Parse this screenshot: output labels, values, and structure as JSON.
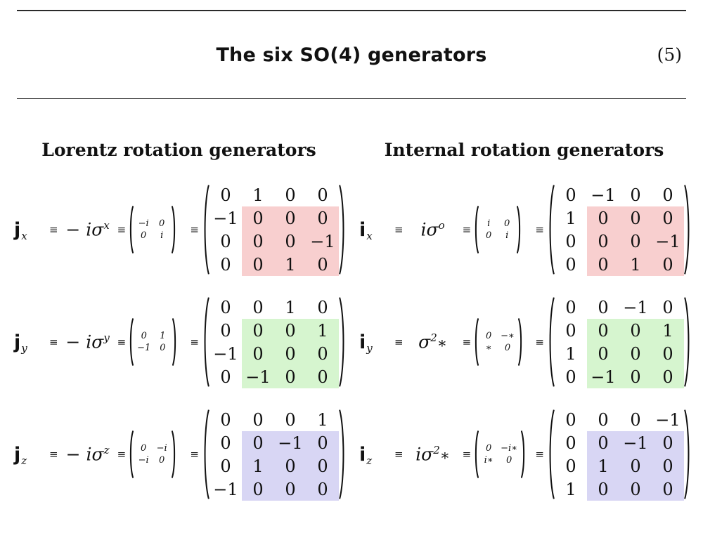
{
  "header": {
    "title": "The six SO(4) generators",
    "equation_number": "(5)"
  },
  "symbols": {
    "equiv": "≡"
  },
  "highlight_region": {
    "row_start": 1,
    "col_start": 1
  },
  "columns": [
    {
      "heading": "Lorentz rotation generators",
      "generators": [
        {
          "symbol": "j",
          "subscript": "x",
          "expr_base": "− iσ",
          "expr_sup": "x",
          "expr_post": "",
          "small_matrix": [
            [
              "−i",
              "0"
            ],
            [
              "0",
              "i"
            ]
          ],
          "matrix": [
            [
              "0",
              "1",
              "0",
              "0"
            ],
            [
              "−1",
              "0",
              "0",
              "0"
            ],
            [
              "0",
              "0",
              "0",
              "−1"
            ],
            [
              "0",
              "0",
              "1",
              "0"
            ]
          ],
          "highlight_color": "#f8cfcf"
        },
        {
          "symbol": "j",
          "subscript": "y",
          "expr_base": "− iσ",
          "expr_sup": "y",
          "expr_post": "",
          "small_matrix": [
            [
              "0",
              "1"
            ],
            [
              "−1",
              "0"
            ]
          ],
          "matrix": [
            [
              "0",
              "0",
              "1",
              "0"
            ],
            [
              "0",
              "0",
              "0",
              "1"
            ],
            [
              "−1",
              "0",
              "0",
              "0"
            ],
            [
              "0",
              "−1",
              "0",
              "0"
            ]
          ],
          "highlight_color": "#d6f5cf"
        },
        {
          "symbol": "j",
          "subscript": "z",
          "expr_base": "− iσ",
          "expr_sup": "z",
          "expr_post": "",
          "small_matrix": [
            [
              "0",
              "−i"
            ],
            [
              "−i",
              "0"
            ]
          ],
          "matrix": [
            [
              "0",
              "0",
              "0",
              "1"
            ],
            [
              "0",
              "0",
              "−1",
              "0"
            ],
            [
              "0",
              "1",
              "0",
              "0"
            ],
            [
              "−1",
              "0",
              "0",
              "0"
            ]
          ],
          "highlight_color": "#d8d6f4"
        }
      ]
    },
    {
      "heading": "Internal rotation generators",
      "generators": [
        {
          "symbol": "i",
          "subscript": "x",
          "expr_base": "iσ",
          "expr_sup": "o",
          "expr_post": "",
          "small_matrix": [
            [
              "i",
              "0"
            ],
            [
              "0",
              "i"
            ]
          ],
          "matrix": [
            [
              "0",
              "−1",
              "0",
              "0"
            ],
            [
              "1",
              "0",
              "0",
              "0"
            ],
            [
              "0",
              "0",
              "0",
              "−1"
            ],
            [
              "0",
              "0",
              "1",
              "0"
            ]
          ],
          "highlight_color": "#f8cfcf"
        },
        {
          "symbol": "i",
          "subscript": "y",
          "expr_base": "σ",
          "expr_sup": "2",
          "expr_post": "∗",
          "small_matrix": [
            [
              "0",
              "−∗"
            ],
            [
              "∗",
              "0"
            ]
          ],
          "matrix": [
            [
              "0",
              "0",
              "−1",
              "0"
            ],
            [
              "0",
              "0",
              "0",
              "1"
            ],
            [
              "1",
              "0",
              "0",
              "0"
            ],
            [
              "0",
              "−1",
              "0",
              "0"
            ]
          ],
          "highlight_color": "#d6f5cf"
        },
        {
          "symbol": "i",
          "subscript": "z",
          "expr_base": "iσ",
          "expr_sup": "2",
          "expr_post": "∗",
          "small_matrix": [
            [
              "0",
              "−i∗"
            ],
            [
              "i∗",
              "0"
            ]
          ],
          "matrix": [
            [
              "0",
              "0",
              "0",
              "−1"
            ],
            [
              "0",
              "0",
              "−1",
              "0"
            ],
            [
              "0",
              "1",
              "0",
              "0"
            ],
            [
              "1",
              "0",
              "0",
              "0"
            ]
          ],
          "highlight_color": "#d8d6f4"
        }
      ]
    }
  ]
}
